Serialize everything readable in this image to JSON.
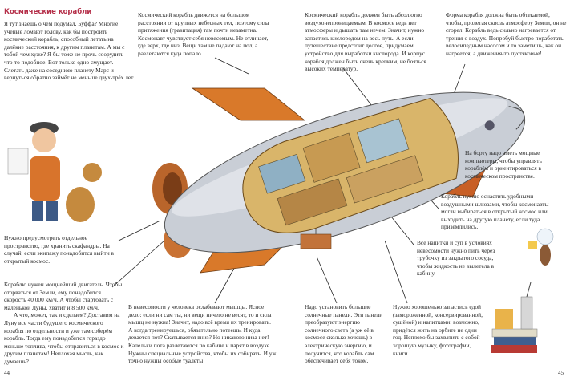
{
  "title": "Космические корабли",
  "intro": "Я тут знаешь о чём подумал, Буффа? Многие учёные ломают голову, как бы построить космический корабль, способный летать на далёкие расстояния, к другим планетам. А мы с тобой чем хуже? Я бы тоже не прочь соорудить что-то подобное. Вот только одно смущает. Слетать даже на соседнюю планету Марс и вернуться обратно займёт не меньше двух-трёх лет.",
  "notes": {
    "weightless": "Космический корабль движется на большом расстоянии от крупных небесных тел, поэтому сила притяжения (гравитация) там почти незаметна. Космонавт чувствует себя невесомым. Не отличает, где верх, где низ. Вещи там не падают на пол, а разлетаются куда попало.",
    "airtight": "Космический корабль должен быть абсолютно воздухонепроницаемым. В космосе ведь нет атмосферы и дышать там нечем. Значит, нужно запастись кислородом на весь путь. А если путешествие предстоит долгое, придумаем устройство для выработки кислорода. И корпус корабля должен быть очень крепким, не бояться высоких температур.",
    "shape": "Форма корабля должна быть обтекаемой, чтобы, пролетая сквозь атмосферу Земли, он не сгорел. Корабль ведь сильно нагревается от трения о воздух. Попробуй быстро поработать велосипедным насосом и то заметишь, как он нагреется, а движения-то пустяковые!",
    "computers": "На борту надо иметь мощные компьютеры, чтобы управлять кораблём и ориентироваться в космическом пространстве.",
    "airlocks": "Корабль нужно оснастить удобными воздушными шлюзами, чтобы космонавты могли выбираться в открытый космос или выходить на другую планету, если туда приземлились.",
    "drinks": "Все напитки и суп в условиях невесомости нужно пить через трубочку из закрытого сосуда, чтобы жидкость не вылетела в кабину.",
    "suits": "Нужно предусмотреть отдельное пространство, где хранить скафандры. На случай, если экипажу понадобится выйти в открытый космос.",
    "engine": "Кораблю нужен мощнейший двигатель. Чтобы оторваться от Земли, ему понадобится скорость 40 000 км/ч. А чтобы стартовать с маленькой Луны, хватит и 8 500 км/ч.",
    "moon": "А что, может, так и сделаем? Доставим на Луну все части будущего космического корабля по отдельности и уже там соберём корабль. Тогда ему понадобится гораздо меньше топлива, чтобы отправиться в космос к другим планетам! Неплохая мысль, как думаешь?",
    "muscles": "В невесомости у человека ослабевают мышцы. Ясное дело: если ни сам ты, ни вещи ничего не весят, то и сила мышц не нужна! Значит, надо всё время их тренировать. А когда тренируешься, обязательно потеешь. И куда девается пот? Скатывается вниз? Но никакого низа нет! Капельки пота разлетаются по кабине и парят в воздухе. Нужны специальные устройства, чтобы их собирать. И уж точно нужны особые туалеты!",
    "solar": "Надо установить большие солнечные панели. Эти панели преобразуют энергию солнечного света (а уж её в космосе сколько хочешь) в электрическую энергию, и получится, что корабль сам обеспечивает себя током.",
    "food": "Нужно хорошенько запастись едой (замороженной, консервированной, сушёной) и напитками: возможно, придётся жить на орбите не один год. Неплохо бы захватить с собой хорошую музыку, фотографии, книги."
  },
  "page_numbers": {
    "left": "44",
    "right": "45"
  },
  "colors": {
    "title": "#b5304a",
    "hull": "#c9ced6",
    "fins": "#d9792a",
    "interior": "#d9b56a"
  }
}
